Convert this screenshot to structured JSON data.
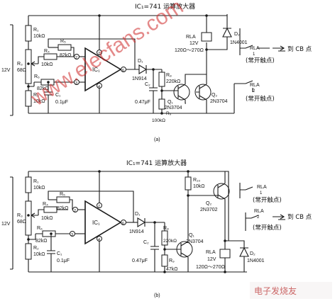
{
  "a": {
    "title": "IC₁=741 运算放大器",
    "label": "(a)",
    "supply": "12V",
    "R1": "R₁",
    "R1v": "10kΩ",
    "R3": "R₃",
    "R3v": "68Ω",
    "R2": "R₂",
    "R2v": "10kΩ",
    "R4": "R₄",
    "R4v": "10kΩ",
    "R5": "R₅",
    "R5v": "82kΩ",
    "R6": "R₆",
    "R6v": "82kΩ",
    "C1": "C₁",
    "C1v": "0.1μF",
    "IC": "IC₁",
    "D1": "D₁",
    "D1v": "1N914",
    "R8": "R₈",
    "R8v": "220kΩ",
    "C2": "C₂",
    "C2v": "0.47μF",
    "Q1": "Q₁",
    "Q1v": "2N3704",
    "R9": "R₉",
    "R9v": "100kΩ",
    "Q2": "Q₂",
    "Q2v": "2N3704",
    "RLA": "RLA",
    "RLA_v": "12V",
    "RLA_r": "120Ω～270Ω",
    "D2": "D₂",
    "D2v": "1N4001",
    "contact1": "RLA",
    "contact1_n": "1",
    "contact1_note": "(常开触点)",
    "to_cb": "到 CB 点",
    "contact2": "RLA",
    "contact2_n": "2",
    "contact2_note": "(常开触点)",
    "pins": [
      "2",
      "3",
      "4",
      "6",
      "7"
    ]
  },
  "b": {
    "title": "IC₁=741 运算放大器",
    "label": "(b)",
    "supply": "12V",
    "R1": "R₁",
    "R1v": "10kΩ",
    "R3": "R₃",
    "R3v": "68Ω",
    "R2": "R₂",
    "R2v": "10kΩ",
    "R4": "R₄",
    "R4v": "10kΩ",
    "R5": "R₅",
    "R5v": "82kΩ",
    "R6": "R₆",
    "R6v": "82kΩ",
    "C1": "C₁",
    "C1v": "0.1μF",
    "IC": "IC₁",
    "D1": "D₁",
    "D1v": "1N914",
    "R8": "R₈",
    "R8v": "220kΩ",
    "C2": "C₂",
    "C2v": "0.47μF",
    "Q1": "Q₁",
    "Q1v": "2N3704",
    "R9": "R₉",
    "R9v": "47kΩ",
    "R10": "R₁₀",
    "R10v": "10kΩ",
    "Q2": "Q₂",
    "Q2v": "2N3702",
    "RLA": "RLA",
    "RLA_v": "12V",
    "RLA_r": "120Ω～270Ω",
    "D2": "D₂",
    "D2v": "1N4001",
    "contact1": "RLA",
    "contact1_n": "1",
    "contact1_note": "(常开触点)",
    "contact2": "RLA",
    "contact2_n": "2",
    "contact2_note": "(常开触点)",
    "to_cb": "到 CB 点",
    "pins": [
      "2",
      "3",
      "4",
      "6",
      "7"
    ]
  },
  "watermark": "www.elecfans.com",
  "logo_text": "电子发烧友"
}
